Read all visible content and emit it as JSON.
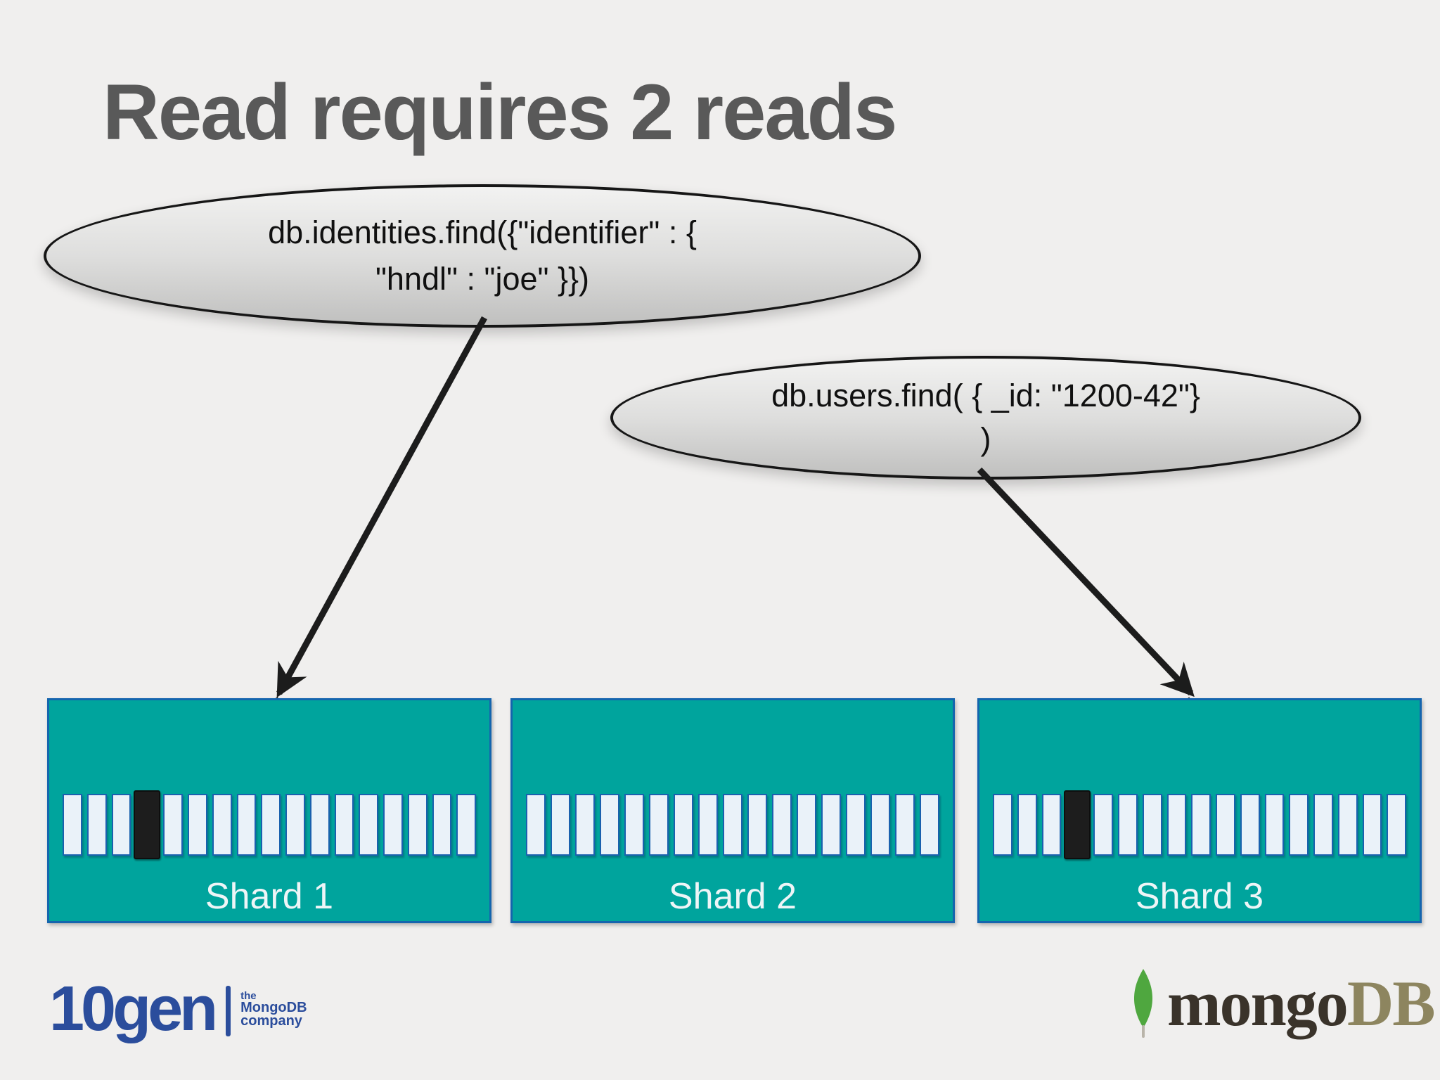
{
  "slide": {
    "title": "Read requires 2 reads"
  },
  "queries": [
    {
      "name": "identities-query",
      "line1": "db.identities.find({\"identifier\" : {",
      "line2": "\"hndl\" : \"joe\" }})"
    },
    {
      "name": "users-query",
      "line1": "db.users.find( { _id: \"1200-42\"}",
      "line2": ")"
    }
  ],
  "shards": [
    {
      "label": "Shard 1",
      "bars": 17,
      "highlighted_bar": 4
    },
    {
      "label": "Shard 2",
      "bars": 17,
      "highlighted_bar": null
    },
    {
      "label": "Shard 3",
      "bars": 17,
      "highlighted_bar": 4
    }
  ],
  "footer": {
    "tengen_wordmark": "10gen",
    "tagline": [
      "the",
      "MongoDB",
      "company"
    ],
    "mongo_word": "mongo",
    "db_word": "DB"
  },
  "colors": {
    "background": "#f0efee",
    "title_text": "#595959",
    "teal": "#00a49d",
    "shard_border": "#1565ae",
    "bar_fill": "#eaf2f9",
    "bar_border": "#1a61ae",
    "chunk_black": "#1d1d1d",
    "arrow": "#1c1c1c",
    "ellipse_border": "#161616",
    "shard_label_text": "#eef5f7",
    "tengen_blue": "#2b4d9c",
    "mongo_text": "#3a332a",
    "db_text": "#8d855f",
    "leaf_green": "#4fa73f"
  }
}
